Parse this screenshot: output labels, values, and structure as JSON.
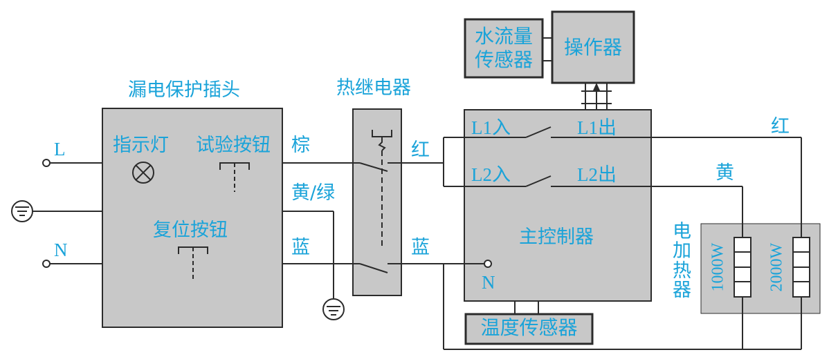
{
  "leakage_plug": {
    "title": "漏电保护插头",
    "indicator": "指示灯",
    "test_button": "试验按钮",
    "reset_button": "复位按钮"
  },
  "thermal_relay": {
    "title": "热继电器"
  },
  "controller": {
    "title": "主控制器",
    "l1_in": "L1入",
    "l1_out": "L1出",
    "l2_in": "L2入",
    "l2_out": "L2出",
    "n": "N"
  },
  "operator": {
    "title": "操作器"
  },
  "flow_sensor": {
    "title": "水流量传感器",
    "line1": "水流量",
    "line2": "传感器"
  },
  "temp_sensor": {
    "title": "温度传感器"
  },
  "heater": {
    "title": "电加热器",
    "element1": "1000W",
    "element2": "2000W"
  },
  "terminals": {
    "L": "L",
    "N": "N"
  },
  "wires": {
    "brown": "棕",
    "yellow_green": "黄/绿",
    "blue_left": "蓝",
    "red_mid": "红",
    "blue_mid": "蓝",
    "red_right": "红",
    "yellow_right": "黄"
  },
  "colors": {
    "label": "#1aa3d9",
    "box_fill": "#c8c8c8",
    "line": "#2b2b2b"
  }
}
